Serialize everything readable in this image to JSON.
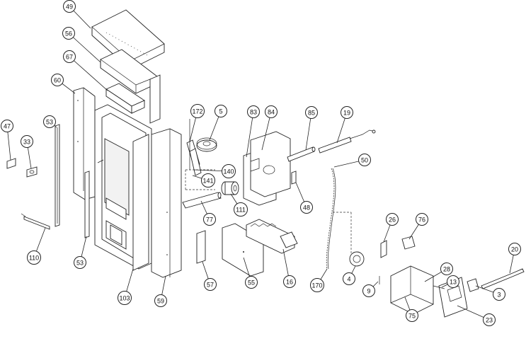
{
  "diagram": {
    "type": "exploded-parts-diagram",
    "callouts": [
      {
        "id": "c49",
        "label": "49"
      },
      {
        "id": "c56",
        "label": "56"
      },
      {
        "id": "c67",
        "label": "67"
      },
      {
        "id": "c60",
        "label": "60"
      },
      {
        "id": "c172",
        "label": "172"
      },
      {
        "id": "c5",
        "label": "5"
      },
      {
        "id": "c83",
        "label": "83"
      },
      {
        "id": "c84",
        "label": "84"
      },
      {
        "id": "c85",
        "label": "85"
      },
      {
        "id": "c19",
        "label": "19"
      },
      {
        "id": "c47",
        "label": "47"
      },
      {
        "id": "c53a",
        "label": "53"
      },
      {
        "id": "c33",
        "label": "33"
      },
      {
        "id": "c140",
        "label": "140"
      },
      {
        "id": "c141",
        "label": "141"
      },
      {
        "id": "c50",
        "label": "50"
      },
      {
        "id": "c48",
        "label": "48"
      },
      {
        "id": "c111",
        "label": "111"
      },
      {
        "id": "c77",
        "label": "77"
      },
      {
        "id": "c26",
        "label": "26"
      },
      {
        "id": "c76",
        "label": "76"
      },
      {
        "id": "c110",
        "label": "110"
      },
      {
        "id": "c20",
        "label": "20"
      },
      {
        "id": "c53b",
        "label": "53"
      },
      {
        "id": "c57",
        "label": "57"
      },
      {
        "id": "c55",
        "label": "55"
      },
      {
        "id": "c16",
        "label": "16"
      },
      {
        "id": "c170",
        "label": "170"
      },
      {
        "id": "c4",
        "label": "4"
      },
      {
        "id": "c28",
        "label": "28"
      },
      {
        "id": "c13",
        "label": "13"
      },
      {
        "id": "c9",
        "label": "9"
      },
      {
        "id": "c103",
        "label": "103"
      },
      {
        "id": "c59",
        "label": "59"
      },
      {
        "id": "c3",
        "label": "3"
      },
      {
        "id": "c75",
        "label": "75"
      },
      {
        "id": "c23",
        "label": "23"
      }
    ]
  }
}
